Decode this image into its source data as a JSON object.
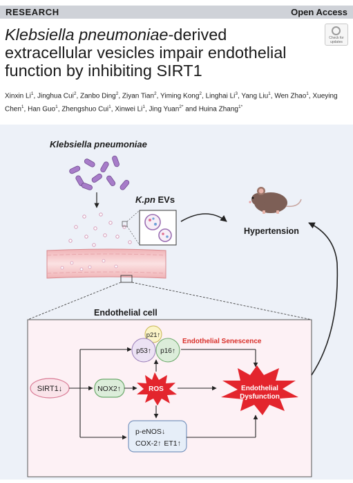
{
  "header": {
    "section": "RESEARCH",
    "access": "Open Access"
  },
  "article": {
    "title_italic": "Klebsiella pneumoniae",
    "title_rest": "-derived extracellular vesicles impair endothelial function by inhibiting SIRT1",
    "authors": [
      {
        "name": "Xinxin Li",
        "sup": "1"
      },
      {
        "name": "Jinghua Cui",
        "sup": "2"
      },
      {
        "name": "Zanbo Ding",
        "sup": "2"
      },
      {
        "name": "Ziyan Tian",
        "sup": "2"
      },
      {
        "name": "Yiming Kong",
        "sup": "2"
      },
      {
        "name": "Linghai Li",
        "sup": "3"
      },
      {
        "name": "Yang Liu",
        "sup": "1"
      },
      {
        "name": "Wen Zhao",
        "sup": "1"
      },
      {
        "name": "Xueying Chen",
        "sup": "1"
      },
      {
        "name": "Han Guo",
        "sup": "1"
      },
      {
        "name": "Zhengshuo Cui",
        "sup": "1"
      },
      {
        "name": "Xinwei Li",
        "sup": "1"
      },
      {
        "name": "Jing Yuan",
        "sup": "2*"
      },
      {
        "name": "Huina Zhang",
        "sup": "1*"
      }
    ]
  },
  "badge": {
    "line1": "Check for",
    "line2": "updates"
  },
  "figure": {
    "organism": "Klebsiella pneumoniae",
    "evs_italic": "K.pn",
    "evs_rest": " EVs",
    "outcome": "Hypertension",
    "panel_title": "Endothelial cell",
    "nodes": {
      "sirt1": "SIRT1",
      "nox2": "NOX2",
      "ros": "ROS",
      "p21": "p21",
      "p53": "p53",
      "p16": "p16",
      "senescence": "Endothelial Senescence",
      "dysfunction_line1": "Endothelial",
      "dysfunction_line2": "Dysfunction",
      "enos": "p-eNOS",
      "cox2": "COX-2",
      "et1": "ET1"
    },
    "arrows": {
      "up": "↑",
      "down": "↓"
    },
    "colors": {
      "accent": "#d9302a",
      "node_fill": "#dcedda",
      "panel_bg": "#fdf1f5"
    }
  }
}
